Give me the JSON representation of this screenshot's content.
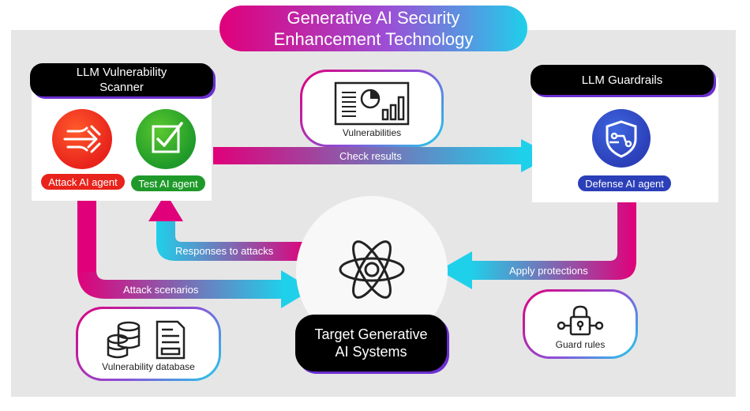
{
  "title": {
    "line1": "Generative AI Security",
    "line2": "Enhancement Technology"
  },
  "scanner": {
    "title_line1": "LLM Vulnerability",
    "title_line2": "Scanner",
    "attack_agent": "Attack AI agent",
    "test_agent": "Test AI agent"
  },
  "guardrails": {
    "title": "LLM Guardrails",
    "defense_agent": "Defense AI agent"
  },
  "vulnerabilities_label": "Vulnerabilities",
  "vulnerability_db_label": "Vulnerability database",
  "guard_rules_label": "Guard rules",
  "target": {
    "line1": "Target Generative",
    "line2": "AI Systems"
  },
  "arrows": {
    "check_results": "Check results",
    "responses_to_attacks": "Responses to attacks",
    "attack_scenarios": "Attack scenarios",
    "apply_protections": "Apply protections"
  },
  "colors": {
    "magenta": "#e0007a",
    "cyan": "#1fd0ea",
    "attack_red": "#e8231b",
    "test_green": "#1f9a2a",
    "defense_blue": "#2b3fb8"
  }
}
